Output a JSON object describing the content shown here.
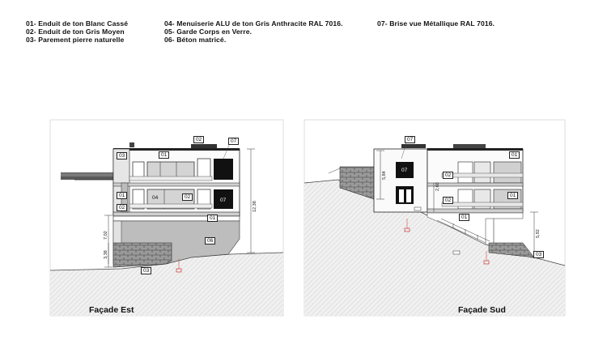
{
  "legend": {
    "col1": [
      "01- Enduit de ton Blanc Cassé",
      "02- Enduit de ton Gris Moyen",
      "03- Parement pierre naturelle"
    ],
    "col2": [
      "04- Menuiserie ALU de ton Gris Anthracite RAL 7016.",
      "05- Garde Corps en Verre.",
      "06- Béton matricé."
    ],
    "col3": [
      "07- Brise vue Métallique RAL 7016."
    ]
  },
  "facade_est": {
    "title": "Façade Est",
    "tags": {
      "t01_top": "01",
      "t02_top": "02",
      "t07_top": "07",
      "t03_upper": "03",
      "t01_mid": "01",
      "t04": "04",
      "t02_mid": "02",
      "t07_black": "07",
      "t02_small": "02",
      "t01_bottom": "01",
      "t06": "06",
      "t03_base": "03"
    },
    "dims": {
      "height_total": "12,38",
      "height_lower": "7,02",
      "height_base": "3,38"
    }
  },
  "facade_sud": {
    "title": "Façade Sud",
    "tags": {
      "t07_top": "07",
      "t07_black": "07",
      "t01_right": "01",
      "t02_upper": "02",
      "t02_mid": "02",
      "t01_mid": "01",
      "t01_bottom": "01",
      "t03": "03"
    },
    "dims": {
      "height_left": "5,84",
      "height_small": "2,60",
      "height_right": "5,92"
    }
  }
}
